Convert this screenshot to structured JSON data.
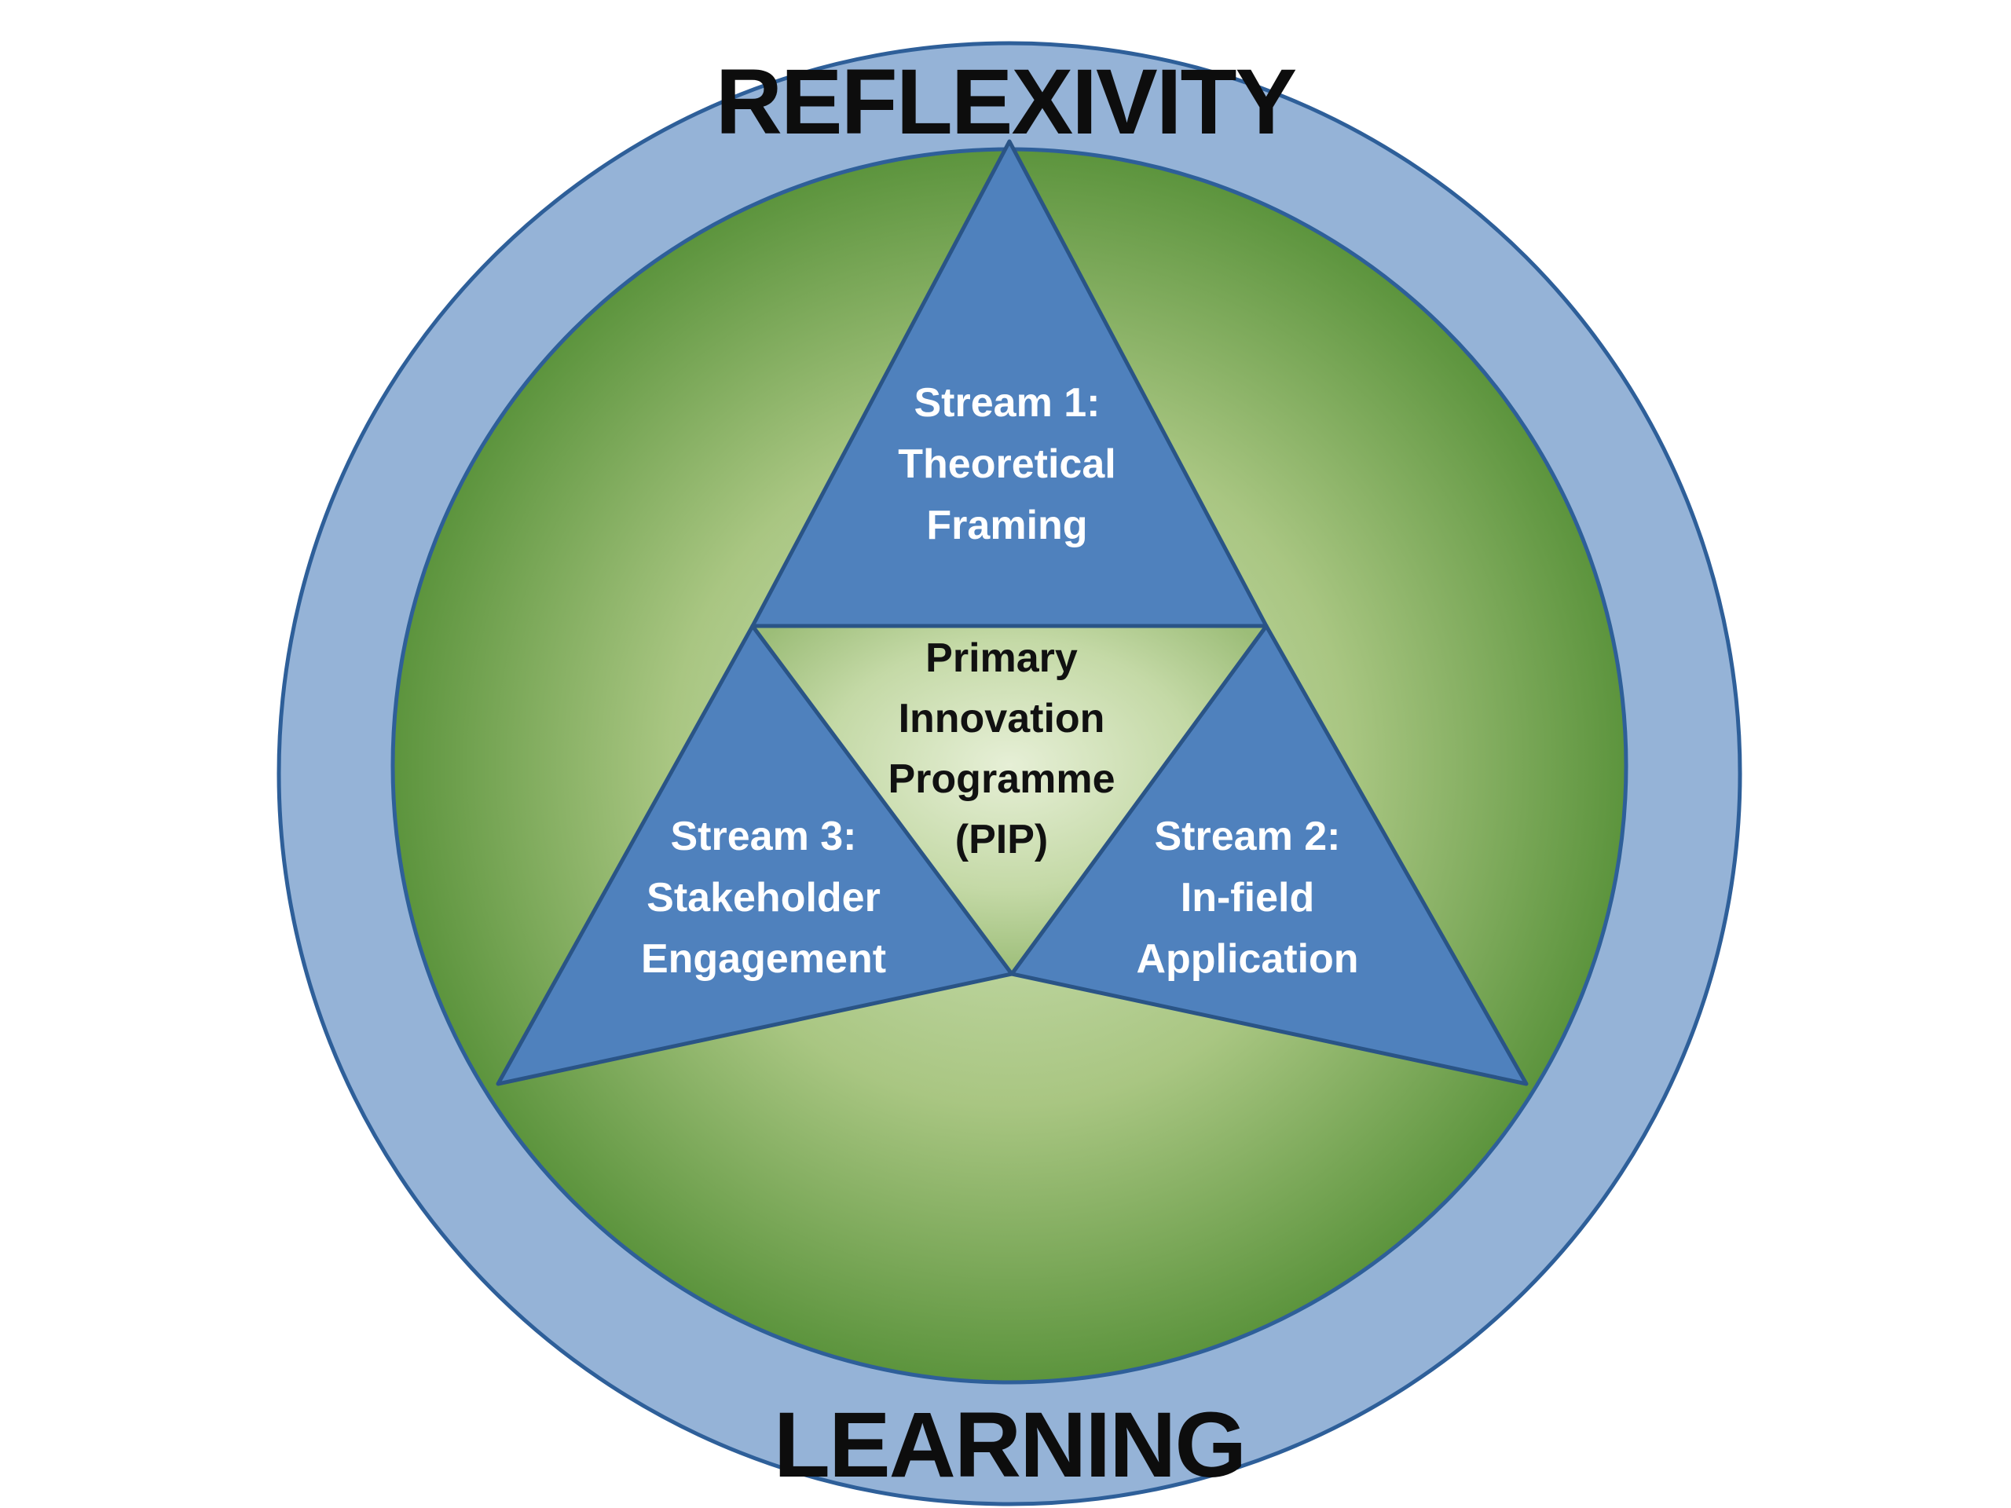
{
  "outer_ring": {
    "top_label": "REFLEXIVITY",
    "bottom_label": "LEARNING"
  },
  "streams": [
    {
      "lines": [
        "Stream 1:",
        "Theoretical",
        "Framing"
      ]
    },
    {
      "lines": [
        "Stream 2:",
        "In-field",
        "Application"
      ]
    },
    {
      "lines": [
        "Stream 3:",
        "Stakeholder",
        "Engagement"
      ]
    }
  ],
  "center": {
    "lines": [
      "Primary",
      "Innovation",
      "Programme",
      "(PIP)"
    ]
  },
  "colors": {
    "ring_fill": "#95b3d7",
    "ring_stroke": "#2e5f99",
    "disc_center": "#c9ddb0",
    "disc_edge": "#5f9640",
    "triangle_fill": "#4f81bd",
    "triangle_stroke": "#2a5486",
    "center_triangle_light": "#e2eccf",
    "center_triangle_dark": "#9cbd78"
  }
}
